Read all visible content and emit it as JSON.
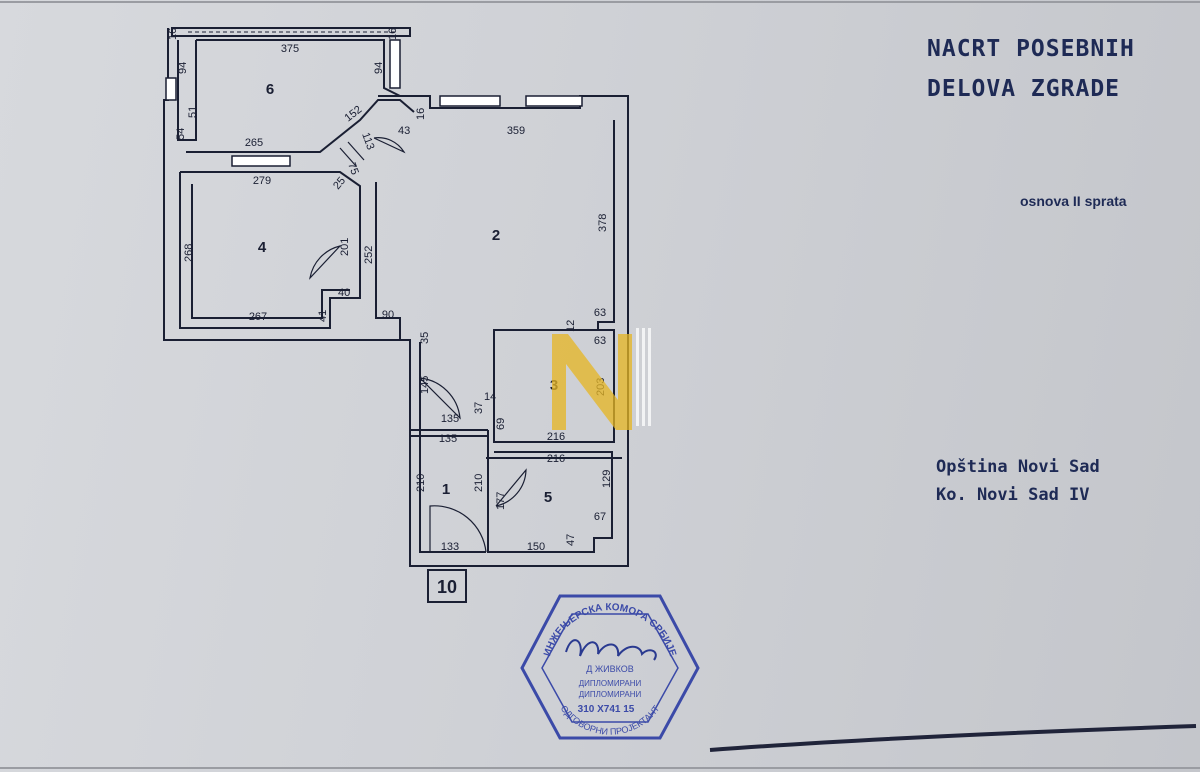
{
  "title": {
    "line1": "NACRT POSEBNIH",
    "line2": "DELOVA ZGRADE"
  },
  "subtitle": "osnova II sprata",
  "location": {
    "line1": "Opština Novi Sad",
    "line2": "Ko. Novi Sad IV"
  },
  "unit_number": "10",
  "rooms": [
    "1",
    "2",
    "3",
    "4",
    "5",
    "6"
  ],
  "dimensions": {
    "d375": "375",
    "d94a": "94",
    "d94b": "94",
    "d16a": "16",
    "d16b": "16",
    "d51": "51",
    "d54": "54",
    "d265": "265",
    "d152": "152",
    "d113": "113",
    "d43": "43",
    "d16c": "16",
    "d359": "359",
    "d279": "279",
    "d25": "25",
    "d75": "75",
    "d268": "268",
    "d201": "201",
    "d252": "252",
    "d40": "40",
    "d378": "378",
    "d267": "267",
    "d41": "41",
    "d90": "90",
    "d63a": "63",
    "d12": "12",
    "d63b": "63",
    "d35": "35",
    "d145": "145",
    "d203": "203",
    "d135a": "135",
    "d37": "37",
    "d14": "14",
    "d69": "69",
    "d216a": "216",
    "d135b": "135",
    "d216b": "216",
    "d210a": "210",
    "d210b": "210",
    "d129": "129",
    "d177": "177",
    "d67": "67",
    "d133": "133",
    "d150": "150",
    "d47": "47"
  },
  "stamp": {
    "ring_top": "ИНЖЕЊЕРСКА КОМОРА СРБИЈЕ",
    "ring_bottom": "ОДГОВОРНИ ПРОЈЕКТАНТ",
    "line1": "Д ЖИВКОВ",
    "line2": "ДИПЛОМИРАНИ",
    "line3": "ДИПЛОМИРАНИ",
    "license": "310 Х741 15"
  },
  "colors": {
    "ink": "#1a1f33",
    "stamp": "#3b4aa8",
    "logo": "#e7b622"
  }
}
